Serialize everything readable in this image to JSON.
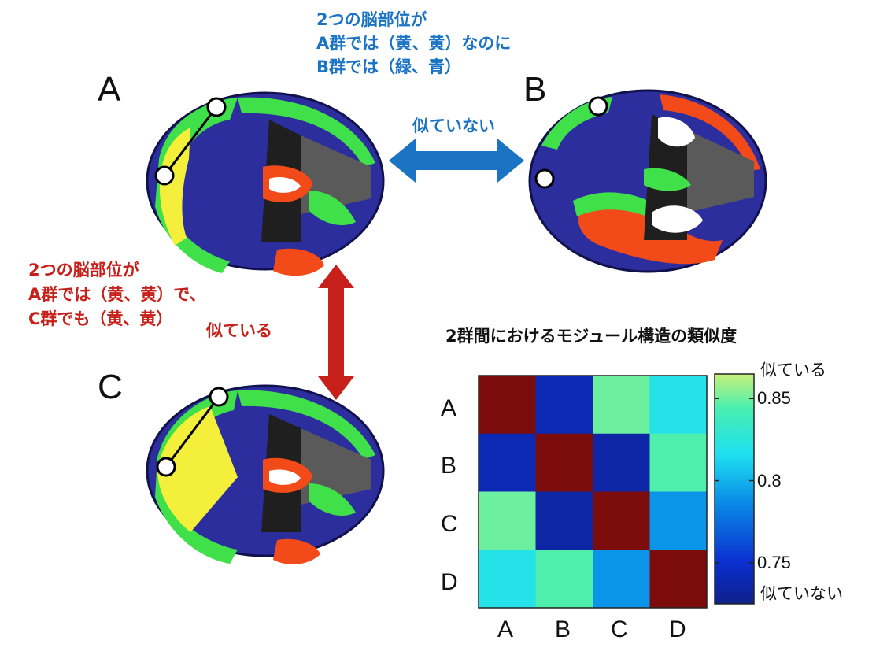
{
  "brains": {
    "a_label": "A",
    "b_label": "B",
    "c_label": "C"
  },
  "notes": {
    "blue_lines": [
      "2つの脳部位が",
      "A群では（黄、黄）なのに",
      "B群では（緑、青）"
    ],
    "red_lines": [
      "2つの脳部位が",
      "A群では（黄、黄）で、",
      "C群でも（黄、黄）"
    ]
  },
  "arrows": {
    "ab_label": "似ていない",
    "ac_label": "似ている"
  },
  "colors": {
    "blue": "#1b73c4",
    "red": "#c7201a",
    "navy": "#2b2e9c",
    "green": "#3fe04a",
    "yellow": "#f4ef3a",
    "orange": "#f24a18"
  },
  "chart_data": {
    "type": "heatmap",
    "title": "2群間におけるモジュール構造の類似度",
    "rows": [
      "A",
      "B",
      "C",
      "D"
    ],
    "columns": [
      "A",
      "B",
      "C",
      "D"
    ],
    "values": [
      [
        1.0,
        0.74,
        0.85,
        0.82
      ],
      [
        0.74,
        1.0,
        0.735,
        0.845
      ],
      [
        0.85,
        0.735,
        1.0,
        0.79
      ],
      [
        0.82,
        0.845,
        0.79,
        1.0
      ]
    ],
    "colorbar": {
      "min": 0.725,
      "max": 0.865,
      "ticks": [
        0.75,
        0.8,
        0.85
      ],
      "tick_labels": [
        "0.75",
        "0.8",
        "0.85"
      ],
      "top_label": "似ている",
      "bottom_label": "似ていない"
    }
  }
}
